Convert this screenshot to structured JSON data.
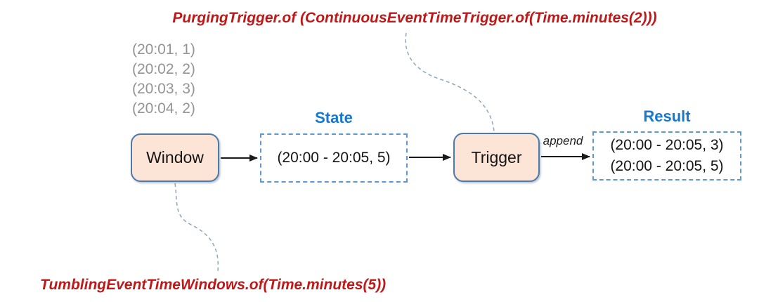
{
  "annotations": {
    "trigger_code": "PurgingTrigger.of (ContinuousEventTimeTrigger.of(Time.minutes(2)))",
    "window_code": "TumblingEventTimeWindows.of(Time.minutes(5))"
  },
  "input_events": [
    "(20:01, 1)",
    "(20:02, 2)",
    "(20:03, 3)",
    "(20:04, 2)"
  ],
  "nodes": {
    "window": {
      "label": "Window"
    },
    "trigger": {
      "label": "Trigger"
    }
  },
  "state": {
    "title": "State",
    "items": [
      "(20:00 - 20:05, 5)"
    ]
  },
  "result": {
    "title": "Result",
    "items": [
      "(20:00 - 20:05, 3)",
      "(20:00 - 20:05, 5)"
    ]
  },
  "edges": {
    "append_label": "append"
  },
  "colors": {
    "annotation_red": "#c01818",
    "label_blue": "#1578d2",
    "node_fill": "#fce4d6",
    "node_border": "#4d7aa6",
    "dashed_box_border": "#5b9bd5",
    "connector_blue_gray": "#8ea6c0",
    "muted_input_gray": "#949494",
    "arrow_black": "#1a1a1a"
  }
}
